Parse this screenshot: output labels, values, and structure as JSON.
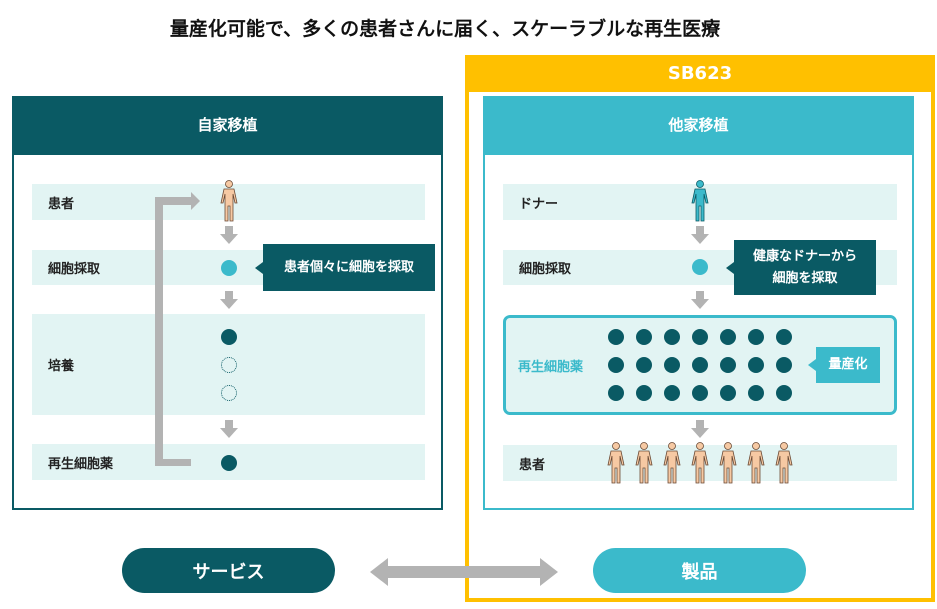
{
  "title": "量産化可能で、多くの患者さんに届く、スケーラブルな再生医療",
  "sb623": "SB623",
  "left": {
    "header": "自家移植",
    "rows": [
      "患者",
      "細胞採取",
      "培養",
      "再生細胞薬"
    ],
    "callout": "患者個々に細胞を採取"
  },
  "right": {
    "header": "他家移植",
    "rows": [
      "ドナー",
      "細胞採取",
      "再生細胞薬",
      "患者"
    ],
    "callout_line1": "健康なドナーから",
    "callout_line2": "細胞を採取",
    "mass_label": "量産化"
  },
  "buttons": {
    "service": "サービス",
    "product": "製品"
  },
  "colors": {
    "dark": "#0a5a64",
    "light": "#3bbacb",
    "yellow": "#FFC000",
    "rowbg": "#e2f4f3",
    "skin": "#f6c9a3"
  }
}
